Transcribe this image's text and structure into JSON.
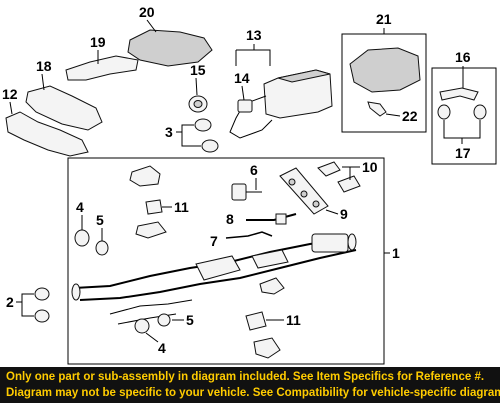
{
  "callouts": {
    "c1": "1",
    "c2": "2",
    "c3": "3",
    "c4a": "4",
    "c4b": "4",
    "c5a": "5",
    "c5b": "5",
    "c6": "6",
    "c7": "7",
    "c8": "8",
    "c9": "9",
    "c10": "10",
    "c11a": "11",
    "c11b": "11",
    "c12": "12",
    "c13": "13",
    "c14": "14",
    "c15": "15",
    "c16": "16",
    "c17": "17",
    "c18": "18",
    "c19": "19",
    "c20": "20",
    "c21": "21",
    "c22": "22"
  },
  "footer": {
    "line1": "Only one part or sub-assembly in diagram included. See Item Specifics for Reference #.",
    "line2": "Diagram may not be specific to your vehicle. See Compatibility for vehicle-specific diagrams."
  },
  "colors": {
    "footer_bg": "#111111",
    "footer_text": "#ffcc00"
  }
}
